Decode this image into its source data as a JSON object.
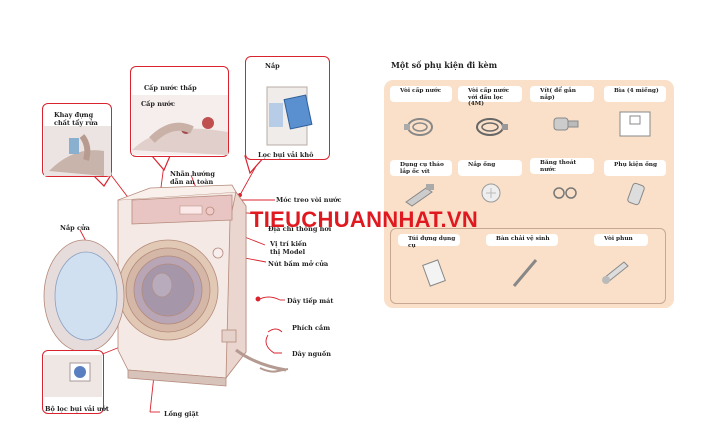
{
  "labels": {
    "nap": "Nắp",
    "cap_nuoc_thap": "Cấp nước thấp",
    "cap_nuoc": "Cấp nước",
    "khay_dung_chat_tay_rua": "Khay đựng chất tẩy rửa",
    "loc_bui_vai_kho": "Lọc bụi vải khô",
    "nhan_huong_dan_an_toan": "Nhãn hướng dẫn an toàn",
    "moc_treo_voi_nuoc": "Móc treo vòi nước",
    "dia_chi_thong_hoi": "Địa chỉ thông hơi",
    "vi_tri_kien_thi_model": "Vị trí kiến thị Model",
    "nut_bam_mo_cua": "Nút bấm mở cửa",
    "nap_cua": "Nắp cửa",
    "day_tiep_mat": "Dây tiếp mát",
    "phich_cam": "Phích cắm",
    "day_nguon": "Dây nguồn",
    "bo_loc_bui_vai_uot": "Bộ lọc bụi vải ướt",
    "long_giat": "Lồng giặt"
  },
  "accessories": {
    "title": "Một số phụ kiện đi kèm",
    "items": [
      {
        "label": "Vòi cấp nước",
        "icon": "hose-coil-icon"
      },
      {
        "label": "Vòi cấp nước với đầu lọc (4M)",
        "icon": "hose-filter-icon"
      },
      {
        "label": "Vít( để gắn nắp)",
        "icon": "screw-icon"
      },
      {
        "label": "Bìa (4 miếng)",
        "icon": "cover-sheet-icon"
      },
      {
        "label": "Dụng cụ tháo lắp ốc vít",
        "icon": "screwdriver-tool-icon"
      },
      {
        "label": "Nắp ống",
        "icon": "pipe-cap-icon"
      },
      {
        "label": "Băng thoát nước",
        "icon": "drain-band-icon"
      },
      {
        "label": "Phụ kiện ống",
        "icon": "pipe-fitting-icon"
      },
      {
        "label": "Túi đựng dụng cụ",
        "icon": "tool-bag-icon"
      },
      {
        "label": "Bàn chải vệ sinh",
        "icon": "brush-icon"
      },
      {
        "label": "Vòi phun",
        "icon": "nozzle-icon"
      }
    ]
  },
  "watermark": "TIEUCHUANNHAT.VN",
  "colors": {
    "callout": "#d9232e",
    "panel": "#fae0c8",
    "watermark": "#e01820"
  }
}
